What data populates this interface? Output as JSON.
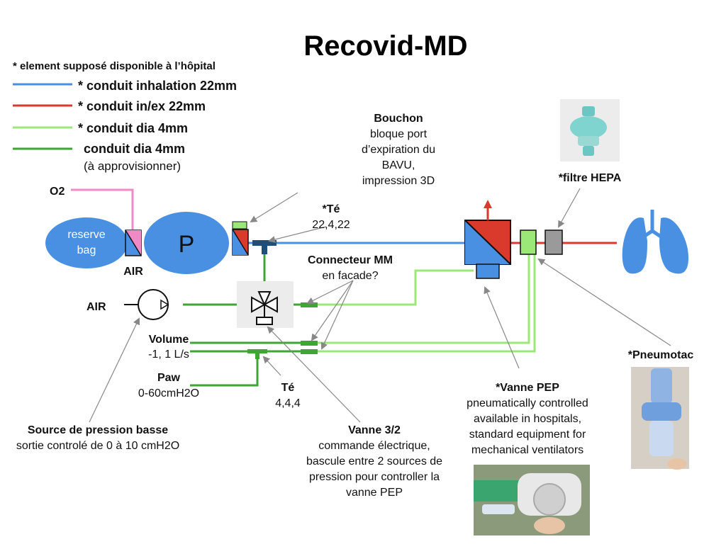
{
  "title": "Recovid-MD",
  "legend": {
    "note": "* element supposé disponible à l’hôpital",
    "items": [
      {
        "label": "* conduit inhalation 22mm",
        "color": "#4a90e2"
      },
      {
        "label": "* conduit in/ex 22mm",
        "color": "#d93a2b"
      },
      {
        "label": "* conduit dia 4mm",
        "color": "#9be879"
      },
      {
        "label": "conduit dia 4mm",
        "color": "#3fa535",
        "sub": "(à approvisionner)"
      }
    ]
  },
  "colors": {
    "blue": "#4a90e2",
    "red": "#d93a2b",
    "light_green": "#9be879",
    "green": "#3fa535",
    "pink": "#ef8ac6",
    "dark_blue": "#1f4e79"
  },
  "nodes": {
    "reserve_bag": "reserve bag",
    "p": "P",
    "o2": "O2",
    "air_valve": "AIR",
    "air_source": "AIR"
  },
  "labels": {
    "bouchon": {
      "title": "Bouchon",
      "lines": [
        "bloque port",
        "d’expiration du",
        "BAVU,",
        "impression 3D"
      ]
    },
    "te_main": {
      "title": "*Té",
      "lines": [
        "22,4,22"
      ]
    },
    "connecteur": {
      "title": "Connecteur MM",
      "lines": [
        "en facade?"
      ]
    },
    "filtre": {
      "title": "*filtre HEPA"
    },
    "volume": {
      "title": "Volume",
      "lines": [
        "-1, 1 L/s"
      ]
    },
    "paw": {
      "title": "Paw",
      "lines": [
        "0-60cmH2O"
      ]
    },
    "te_small": {
      "title": "Té",
      "lines": [
        "4,4,4"
      ]
    },
    "source": {
      "title": "Source de pression basse",
      "lines": [
        "sortie controlé de 0 à 10 cmH2O"
      ]
    },
    "vanne32": {
      "title": "Vanne 3/2",
      "lines": [
        "commande électrique,",
        "bascule entre 2 sources de",
        "pression pour controller la",
        "vanne PEP"
      ]
    },
    "vanne_pep": {
      "title": "*Vanne PEP",
      "lines": [
        "pneumatically controlled",
        "available in hospitals,",
        "standard equipment for",
        "mechanical ventilators"
      ]
    },
    "pneumotac": {
      "title": "*Pneumotac"
    }
  },
  "icons": {
    "lungs": "lungs-icon",
    "pump": "pump-icon",
    "valve32": "three-way-valve-icon",
    "pep_valve": "pep-valve-icon",
    "exhaust": "arrow-up-icon"
  }
}
